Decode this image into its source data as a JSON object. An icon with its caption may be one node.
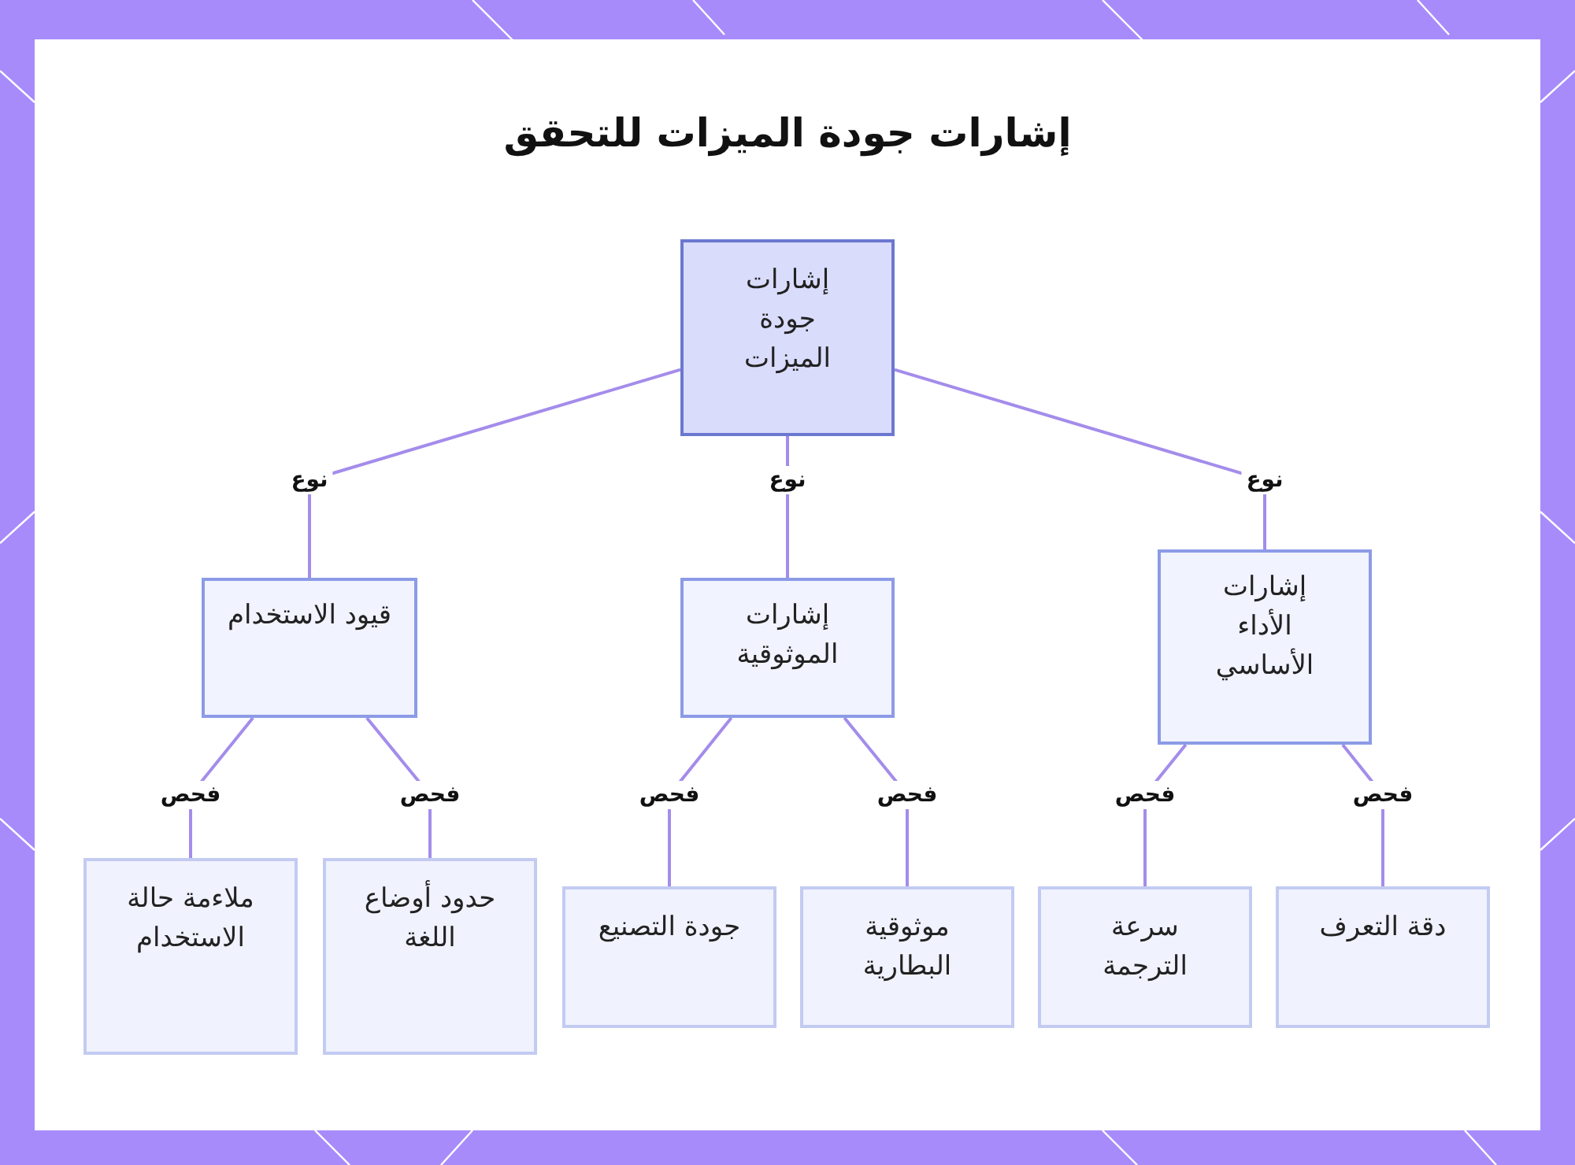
{
  "diagram": {
    "title": "إشارات جودة الميزات للتحقق",
    "nodes": [
      {
        "text": [
          "إشارات جودة الميزات"
        ]
      },
      {
        "text": [
          "قيود الاستخدام"
        ]
      },
      {
        "text": [
          "إشارات الموثوقية"
        ]
      },
      {
        "text": [
          "إشارات الأداء الأساسي"
        ]
      },
      {
        "text": [
          "ملاءمة حالة الاستخدام"
        ]
      },
      {
        "text": [
          "حدود أوضاع اللغة"
        ]
      },
      {
        "text": [
          "جودة التصنيع"
        ]
      },
      {
        "text": [
          "موثوقية البطارية"
        ]
      },
      {
        "text": [
          "سرعة الترجمة"
        ]
      },
      {
        "text": [
          "دقة التعرف"
        ]
      }
    ],
    "edges": [
      {
        "from": 0,
        "to": 1,
        "arrow": "none",
        "label": "نوع"
      },
      {
        "from": 0,
        "to": 2,
        "arrow": "none",
        "label": "نوع"
      },
      {
        "from": 0,
        "to": 3,
        "arrow": "none",
        "label": "نوع"
      },
      {
        "from": 1,
        "to": 4,
        "arrow": "none",
        "label": "فحص"
      },
      {
        "from": 1,
        "to": 5,
        "arrow": "none",
        "label": "فحص"
      },
      {
        "from": 2,
        "to": 6,
        "arrow": "none",
        "label": "فحص"
      },
      {
        "from": 2,
        "to": 7,
        "arrow": "none",
        "label": "فحص"
      },
      {
        "from": 3,
        "to": 8,
        "arrow": "none",
        "label": "فحص"
      },
      {
        "from": 3,
        "to": 9,
        "arrow": "none",
        "label": "فحص"
      }
    ]
  }
}
